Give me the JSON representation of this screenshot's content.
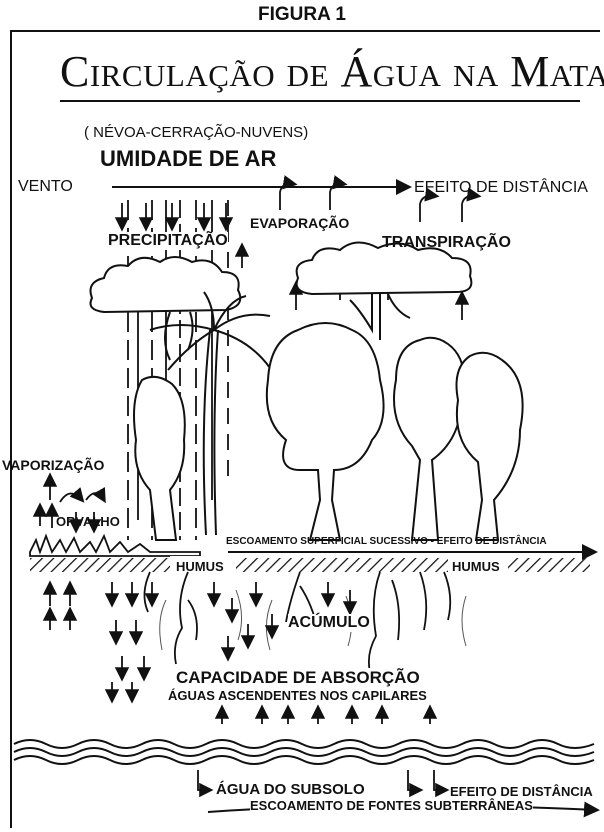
{
  "figure_label": "FIGURA 1",
  "title": "Circulação de Água na Mata",
  "labels": {
    "nevoa": "( NÉVOA-CERRAÇÃO-NUVENS)",
    "umidade": "UMIDADE DE AR",
    "vento": "VENTO",
    "efeito_top": "EFEITO DE DISTÂNCIA",
    "evaporacao": "EVAPORAÇÃO",
    "precipitacao": "PRECIPITAÇÃO",
    "transpiracao": "TRANSPIRAÇÃO",
    "vaporizacao": "VAPORIZAÇÃO",
    "orvalho": "ORVALHO",
    "escoamento_superficial": "ESCOAMENTO SUPERFICIAL SUCESSIVO - EFEITO DE DISTÂNCIA",
    "humus_left": "HUMUS",
    "humus_right": "HUMUS",
    "acumulo": "ACÚMULO",
    "capacidade": "CAPACIDADE DE ABSORÇÃO",
    "aguas_ascendentes": "ÁGUAS ASCENDENTES NOS CAPILARES",
    "agua_subsolo": "ÁGUA DO SUBSOLO",
    "efeito_bottom": "EFEITO DE DISTÂNCIA",
    "escoamento_fontes": "ESCOAMENTO DE FONTES SUBTERRÂNEAS"
  }
}
